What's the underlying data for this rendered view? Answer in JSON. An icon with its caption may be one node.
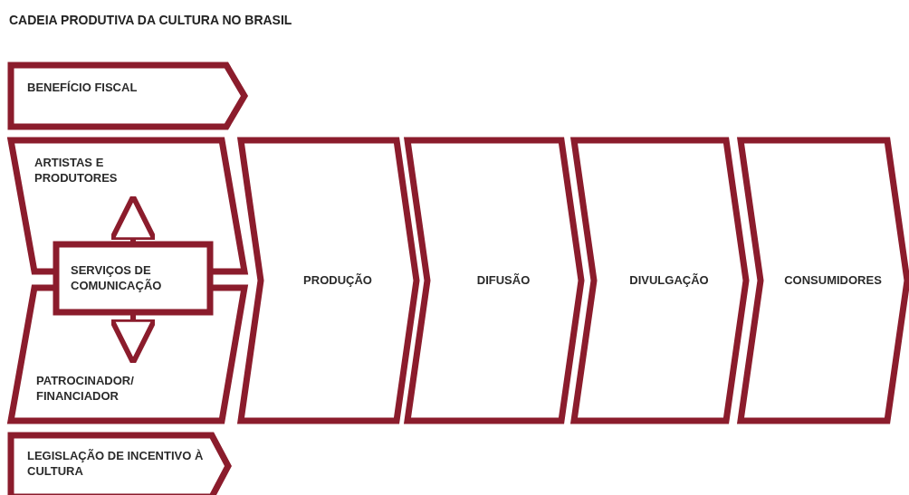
{
  "diagram": {
    "title": "CADEIA PRODUTIVA DA CULTURA NO BRASIL",
    "nodes": [
      {
        "text": [
          "BENEFÍCIO FISCAL"
        ]
      },
      {
        "text": [
          "ARTISTAS E PRODUTORES"
        ]
      },
      {
        "text": [
          "SERVIÇOS DE COMUNICAÇÃO"
        ]
      },
      {
        "text": [
          "PATROCINADOR/ FINANCIADOR"
        ]
      },
      {
        "text": [
          "LEGISLAÇÃO DE INCENTIVO À CULTURA"
        ]
      },
      {
        "text": [
          "PRODUÇÃO"
        ]
      },
      {
        "text": [
          "DIFUSÃO"
        ]
      },
      {
        "text": [
          "DIVULGAÇÃO"
        ]
      },
      {
        "text": [
          "CONSUMIDORES"
        ]
      }
    ],
    "edges": [
      {
        "from": 2,
        "to": 1,
        "arrow": "to"
      },
      {
        "from": 2,
        "to": 3,
        "arrow": "to"
      }
    ]
  }
}
